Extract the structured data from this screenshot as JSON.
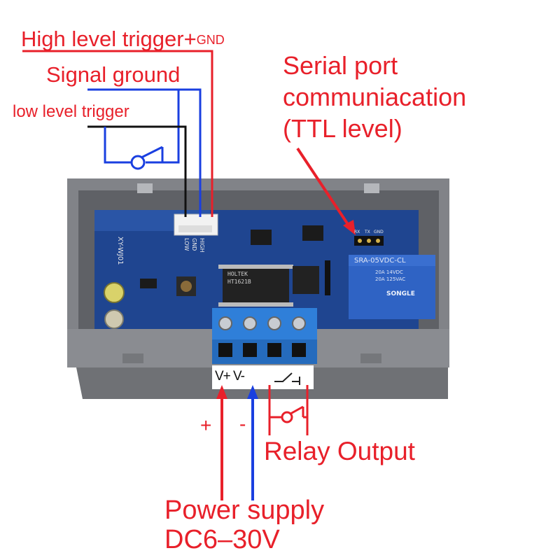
{
  "labels": {
    "high_trigger": "High level trigger+",
    "gnd_small": "GND",
    "signal_ground": "Signal ground",
    "low_trigger": "low level trigger",
    "serial_line1": "Serial port",
    "serial_line2": "communiacation",
    "serial_line3": "(TTL level)",
    "plus": "+",
    "minus": "-",
    "relay_output": "Relay Output",
    "power_line1": "Power supply",
    "power_line2": "DC6–30V"
  },
  "board": {
    "model": "XY-WJ01",
    "connector_pins": [
      "HIGH",
      "GND",
      "LOW"
    ],
    "serial_pins": [
      "RX",
      "TX",
      "GND"
    ],
    "chip_brand": "HOLTEK",
    "chip_model": "HT1621B",
    "relay_model": "SRA-05VDC-CL",
    "relay_brand": "SONGLE",
    "relay_rating1": "20A 14VDC",
    "relay_rating2": "20A 125VAC",
    "terminal_label": "V+ V-"
  },
  "colors": {
    "signal_red": "#e8202a",
    "ground_blue": "#1a3fe0",
    "wire_black": "#111111",
    "pcb_blue": "#1e3f8a",
    "terminal_blue": "#2f7fd9",
    "housing_gray": "#7d7f84"
  }
}
